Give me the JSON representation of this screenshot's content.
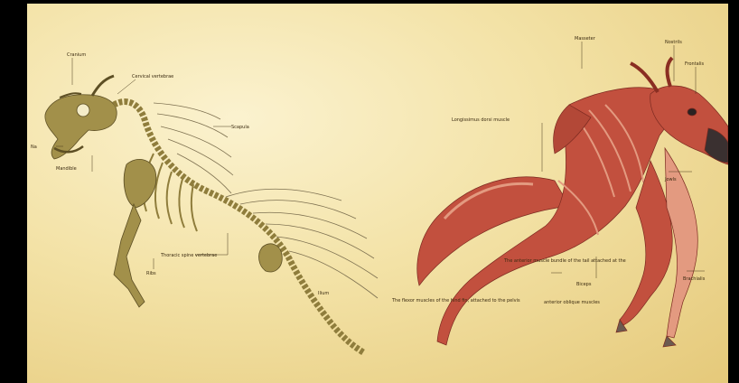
{
  "labels": {
    "skeleton": {
      "cranium": "Cranium",
      "cervical": "Cervical vertebrae",
      "scapula": "Scapula",
      "mandible": "Mandible",
      "thoracic": "Thoracic spine vertebrae",
      "ribs": "Ribs",
      "ilium": "Ilium",
      "nose": "Na"
    },
    "muscle": {
      "masseter": "Masseter",
      "nostrils": "Nostrils",
      "frontalis": "Frontalis",
      "longissimus": "Longissimus dorsi muscle",
      "jowls": "Jowls",
      "fin_note": "The flexor muscles of the hind fin, attached to the pelvis",
      "tail_note": "The anterior muscle bundle of the tail attached at the",
      "biceps": "Biceps",
      "anterior_oblique": "anterior oblique muscles",
      "brachialis": "Brachialis"
    }
  },
  "colors": {
    "bone": "#a2904a",
    "bone_dark": "#6e5d2a",
    "muscle": "#c2503e",
    "muscle_light": "#e39a80",
    "muscle_dark": "#8a2e22"
  }
}
